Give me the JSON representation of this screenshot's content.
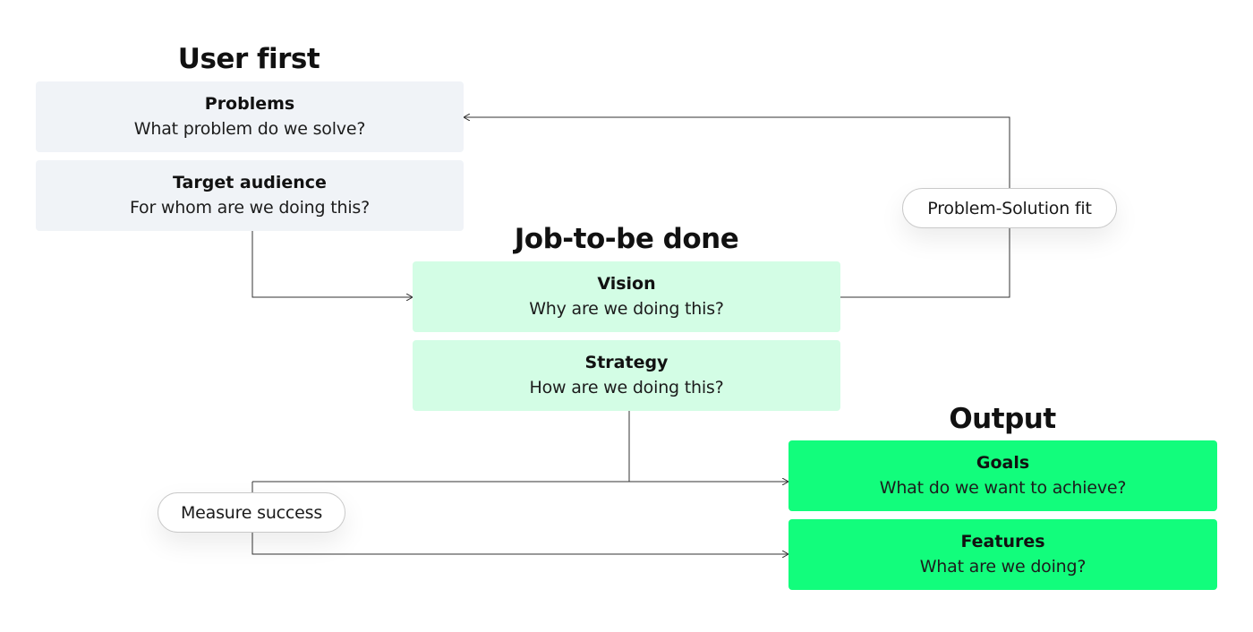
{
  "groups": {
    "user_first": {
      "title": "User first",
      "boxes": [
        {
          "title": "Problems",
          "subtitle": "What problem do we solve?"
        },
        {
          "title": "Target audience",
          "subtitle": "For whom are we doing this?"
        }
      ]
    },
    "job_to_be_done": {
      "title": "Job-to-be done",
      "boxes": [
        {
          "title": "Vision",
          "subtitle": "Why are we doing this?"
        },
        {
          "title": "Strategy",
          "subtitle": "How are we doing this?"
        }
      ]
    },
    "output": {
      "title": "Output",
      "boxes": [
        {
          "title": "Goals",
          "subtitle": "What do we want to achieve?"
        },
        {
          "title": "Features",
          "subtitle": "What are we doing?"
        }
      ]
    }
  },
  "labels": {
    "problem_solution_fit": "Problem-Solution fit",
    "measure_success": "Measure success"
  },
  "colors": {
    "user_box": "#f0f3f7",
    "job_box": "#d3fde5",
    "output_box": "#12fd7c",
    "connector": "#333333"
  }
}
